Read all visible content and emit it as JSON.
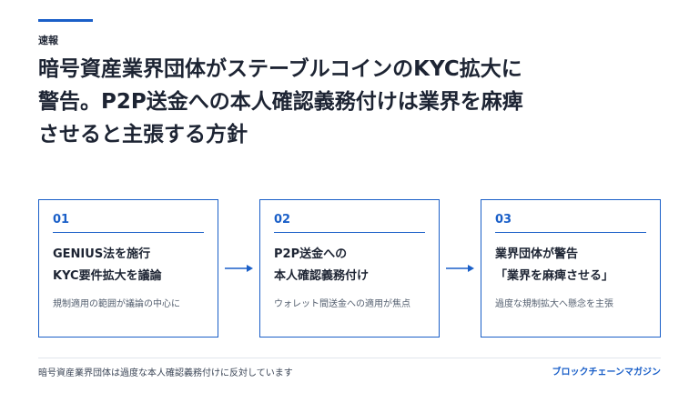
{
  "category": "速報",
  "headline": {
    "line1": "暗号資産業界団体がステーブルコインのKYC拡大に",
    "line2": "警告。P2P送金への本人確認義務付けは業界を麻痺",
    "line3": "させると主張する方針"
  },
  "steps": [
    {
      "number": "01",
      "title_line1": "GENIUS法を施行",
      "title_line2": "KYC要件拡大を議論",
      "description": "規制適用の範囲が議論の中心に"
    },
    {
      "number": "02",
      "title_line1": "P2P送金への",
      "title_line2": "本人確認義務付け",
      "description": "ウォレット間送金への適用が焦点"
    },
    {
      "number": "03",
      "title_line1": "業界団体が警告",
      "title_line2": "「業界を麻痺させる」",
      "description": "過度な規制拡大へ懸念を主張"
    }
  ],
  "footer": {
    "note": "暗号資産業界団体は過度な本人確認義務付けに反対しています",
    "brand": "ブロックチェーンマガジン"
  },
  "colors": {
    "accent": "#1a5fc8",
    "text": "#1d2433",
    "muted": "#556070"
  },
  "icons": {
    "connector": "arrow-right-icon"
  }
}
